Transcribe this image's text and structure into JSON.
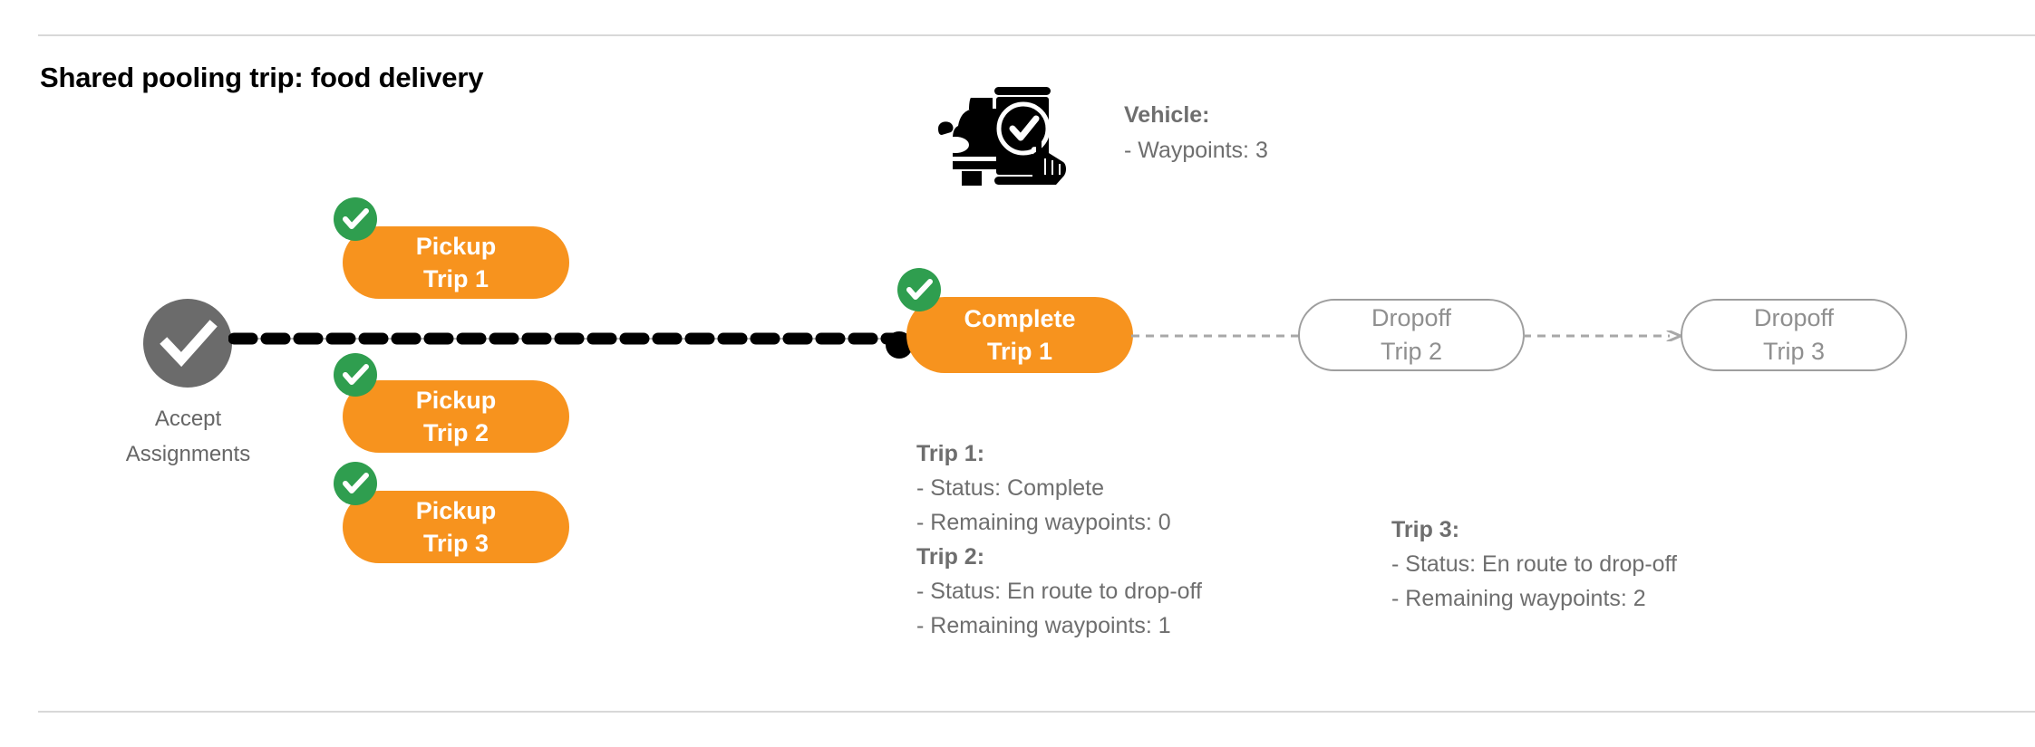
{
  "page": {
    "title": "Shared pooling trip: food delivery",
    "accent_orange": "#F7931E",
    "accent_green": "#2F9E4F",
    "accent_gray": "#6B6B6B",
    "text_gray": "#6E6E6E",
    "rule_color": "#D8D8D8"
  },
  "vehicle": {
    "icon": "car-phone-check-icon",
    "heading": "Vehicle",
    "colon": ":",
    "waypoints_line": "- Waypoints: 3",
    "waypoints_label": "- Waypoints:",
    "waypoints_value": "3"
  },
  "start_node": {
    "icon": "check-circle-icon",
    "label_line1": "Accept",
    "label_line2": "Assignments"
  },
  "pickup_nodes": [
    {
      "line1": "Pickup",
      "line2": "Trip 1",
      "state": "done",
      "badge": "check-badge-icon"
    },
    {
      "line1": "Pickup",
      "line2": "Trip 2",
      "state": "done",
      "badge": "check-badge-icon"
    },
    {
      "line1": "Pickup",
      "line2": "Trip 3",
      "state": "done",
      "badge": "check-badge-icon"
    }
  ],
  "flow_nodes": [
    {
      "line1": "Complete",
      "line2": "Trip 1",
      "state": "done",
      "badge": "check-badge-icon"
    },
    {
      "line1": "Dropoff",
      "line2": "Trip 2",
      "state": "pending",
      "badge": null
    },
    {
      "line1": "Dropoff",
      "line2": "Trip 3",
      "state": "pending",
      "badge": null
    }
  ],
  "trip_details": [
    {
      "heading": "Trip 1",
      "colon": ":",
      "status_line": "- Status:  Complete",
      "waypoints_line": "- Remaining waypoints: 0",
      "status_value": "Complete",
      "remaining_waypoints": "0"
    },
    {
      "heading": "Trip 2",
      "colon": ":",
      "status_line": "- Status:  En route to drop-off",
      "waypoints_line": "- Remaining waypoints: 1",
      "status_value": "En route to drop-off",
      "remaining_waypoints": "1"
    },
    {
      "heading": "Trip 3",
      "colon": ":",
      "status_line": "- Status:  En route to drop-off",
      "waypoints_line": "- Remaining waypoints: 2",
      "status_value": "En route to drop-off",
      "remaining_waypoints": "2"
    }
  ]
}
